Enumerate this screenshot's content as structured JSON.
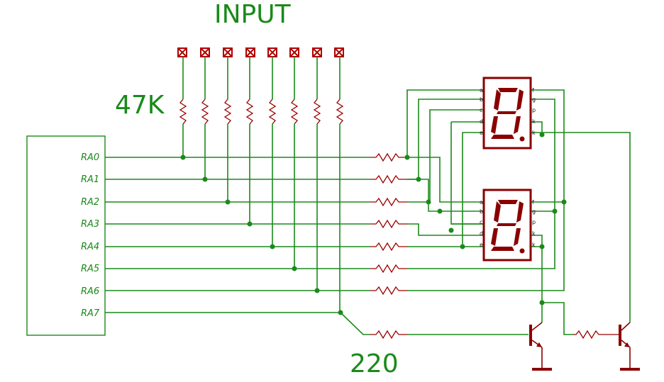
{
  "labels": {
    "input": "INPUT",
    "pullup": "47K",
    "series": "220"
  },
  "pins": [
    "RA0",
    "RA1",
    "RA2",
    "RA3",
    "RA4",
    "RA5",
    "RA6",
    "RA7"
  ],
  "segment_pins": [
    "a",
    "b",
    "c",
    "d",
    "e",
    "f",
    "g",
    "p",
    "k",
    "k"
  ],
  "colors": {
    "wire": "#1a8a1a",
    "part": "#8a0000"
  }
}
